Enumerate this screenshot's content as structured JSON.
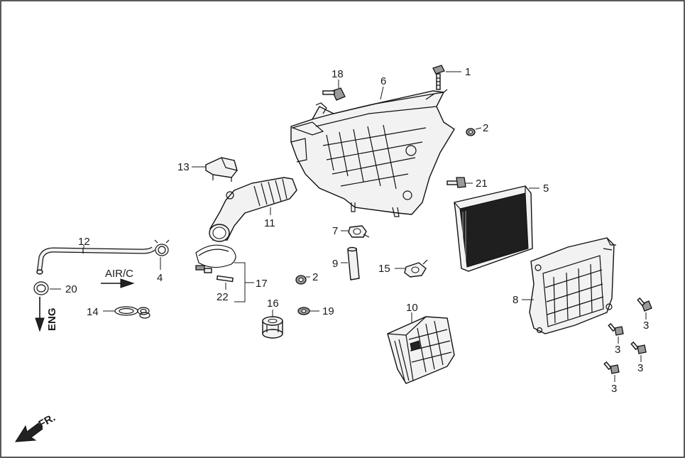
{
  "labels": {
    "l1": "1",
    "l2a": "2",
    "l2b": "2",
    "l3a": "3",
    "l3b": "3",
    "l3c": "3",
    "l3d": "3",
    "l4": "4",
    "l5": "5",
    "l6": "6",
    "l7": "7",
    "l8": "8",
    "l9": "9",
    "l10": "10",
    "l11": "11",
    "l12": "12",
    "l13": "13",
    "l14": "14",
    "l15": "15",
    "l16": "16",
    "l17": "17",
    "l18": "18",
    "l19": "19",
    "l20": "20",
    "l21": "21",
    "l22": "22"
  },
  "directions": {
    "air_c": "AIR/C",
    "eng": "ENG",
    "front": "FR."
  },
  "colors": {
    "line": "#111111",
    "fill": "#f2f2f2",
    "shade": "#9a9a9a",
    "border": "#222222"
  }
}
